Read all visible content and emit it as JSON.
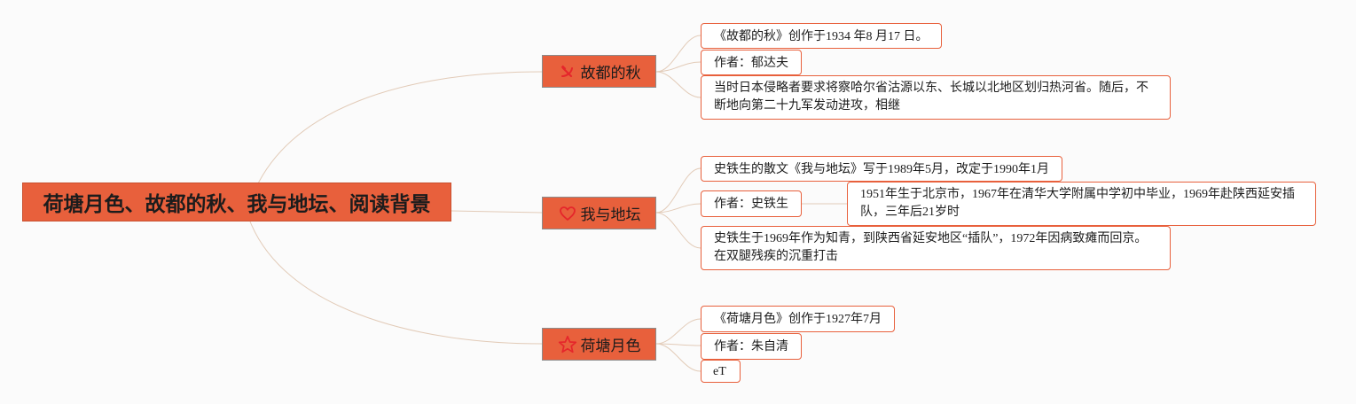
{
  "root": {
    "title": "荷塘月色、故都的秋、我与地坛、阅读背景"
  },
  "branches": [
    {
      "label": "故都的秋",
      "icon": "hammer-sickle-icon",
      "notes": [
        "《故都的秋》创作于1934 年8 月17 日。",
        "作者：郁达夫",
        "当时日本侵略者要求将察哈尔省沽源以东、长城以北地区划归热河省。随后，不断地向第二十九军发动进攻，相继"
      ]
    },
    {
      "label": "我与地坛",
      "icon": "heart-icon",
      "notes": [
        "史铁生的散文《我与地坛》写于1989年5月，改定于1990年1月",
        "作者：史铁生",
        "史铁生于1969年作为知青，到陕西省延安地区“插队”，1972年因病致瘫而回京。在双腿残疾的沉重打击"
      ],
      "sub_note": "1951年生于北京市，1967年在清华大学附属中学初中毕业，1969年赴陕西延安插队，三年后21岁时"
    },
    {
      "label": "荷塘月色",
      "icon": "star-icon",
      "notes": [
        "《荷塘月色》创作于1927年7月",
        "作者：朱自清",
        "eT"
      ]
    }
  ],
  "colors": {
    "accent": "#e8603c",
    "line": "#e2cbb8",
    "icon_red": "#e5262b"
  }
}
